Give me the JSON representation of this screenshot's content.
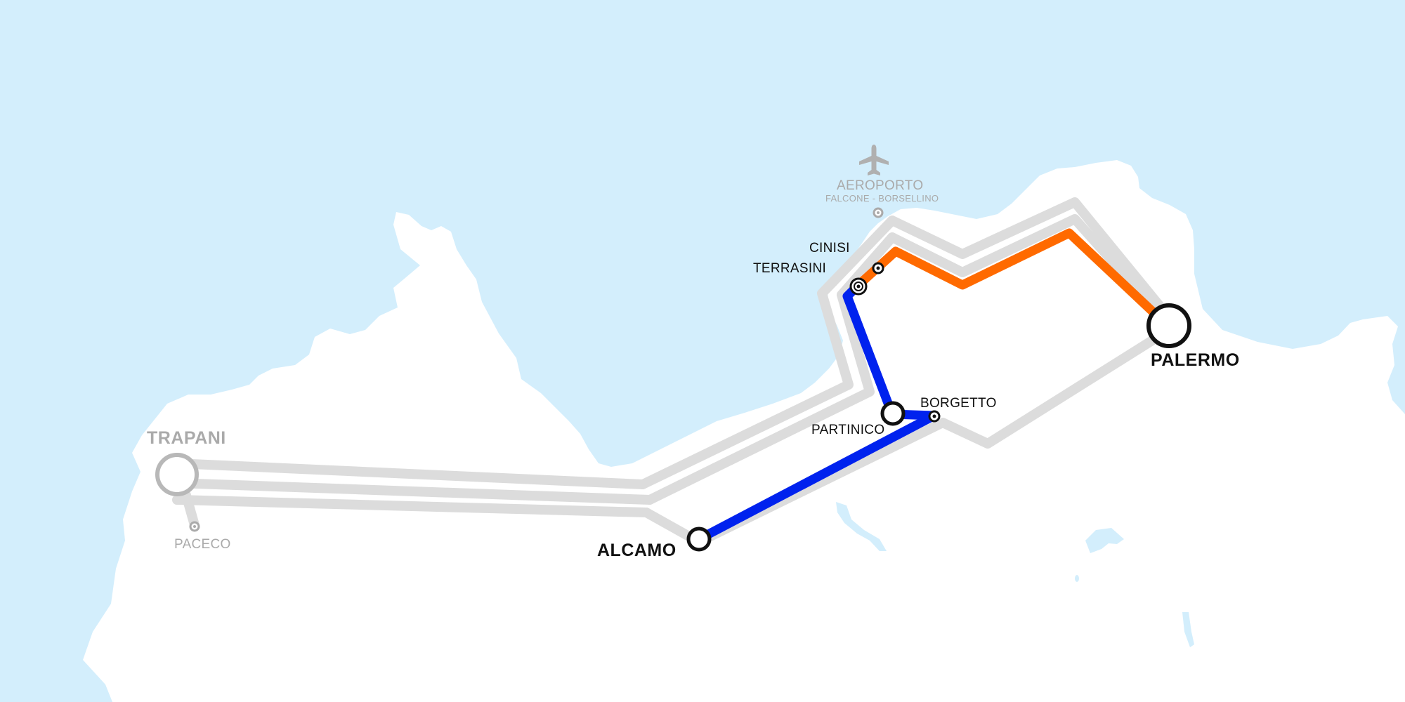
{
  "colors": {
    "sea": "#d3eefc",
    "land": "#ffffff",
    "inactive_line": "#dcdcdc",
    "inactive_text": "#aaaaaa",
    "orange_line": "#ff6a00",
    "blue_line": "#0022ee",
    "station_stroke": "#111111"
  },
  "icons": {
    "airport": "airplane-icon"
  },
  "stations": {
    "trapani": "TRAPANI",
    "paceco": "PACECO",
    "aeroporto": "AEROPORTO",
    "aeroporto_sub": "FALCONE - BORSELLINO",
    "cinisi": "CINISI",
    "terrasini": "TERRASINI",
    "partinico": "PARTINICO",
    "borgetto": "BORGETTO",
    "alcamo": "ALCAMO",
    "palermo": "PALERMO"
  }
}
